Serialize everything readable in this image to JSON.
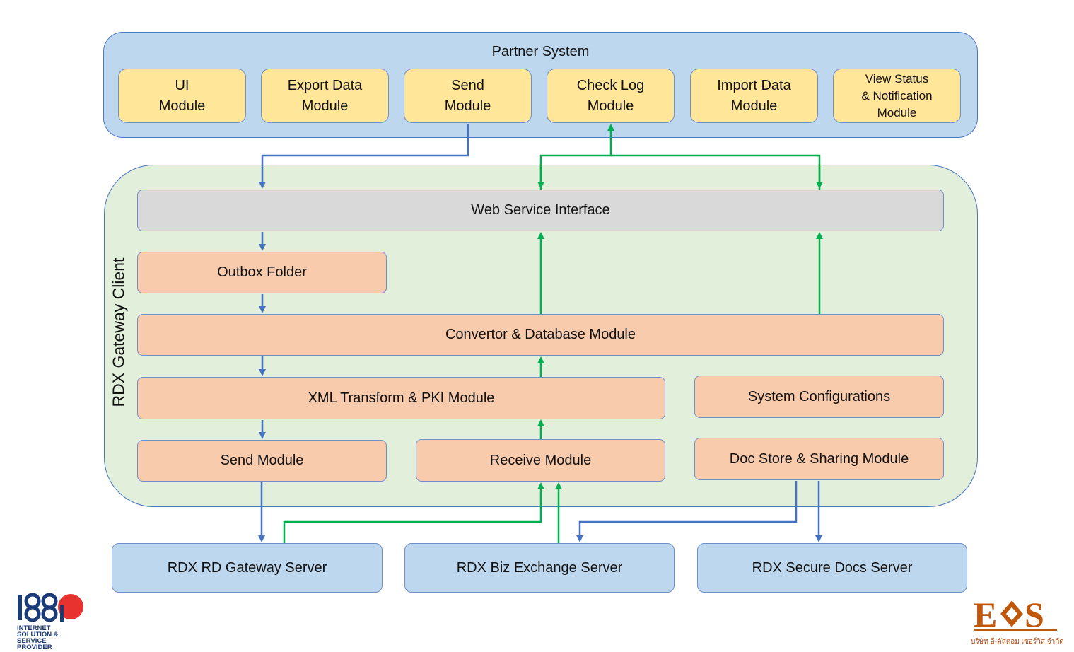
{
  "partner_system": {
    "title": "Partner System",
    "modules": [
      "UI\nModule",
      "Export Data\nModule",
      "Send\nModule",
      "Check Log\nModule",
      "Import Data\nModule",
      "View Status\n& Notification\nModule"
    ]
  },
  "gateway_client": {
    "title": "RDX Gateway Client",
    "web_service": "Web Service Interface",
    "outbox": "Outbox Folder",
    "convertor": "Convertor & Database Module",
    "xml_pki": "XML Transform & PKI Module",
    "system_config": "System Configurations",
    "send_module": "Send Module",
    "receive_module": "Receive Module",
    "doc_store": "Doc Store & Sharing Module"
  },
  "servers": [
    "RDX RD Gateway Server",
    "RDX Biz Exchange Server",
    "RDX Secure Docs Server"
  ],
  "logos": {
    "left_mark": "I88P",
    "left_text": "INTERNET\nSOLUTION & SERVICE\nPROVIDER",
    "right_mark": "ECS",
    "right_text": "บริษัท อี-คัสตอม เซอร์วิส จำกัด"
  },
  "colors": {
    "outbound_arrow": "#4472c4",
    "inbound_arrow": "#00b050",
    "partner_bg": "#bdd7ee",
    "module_yellow": "#ffe699",
    "client_bg": "#e2efda",
    "peach": "#f8cbad",
    "grey": "#d9d9d9"
  }
}
